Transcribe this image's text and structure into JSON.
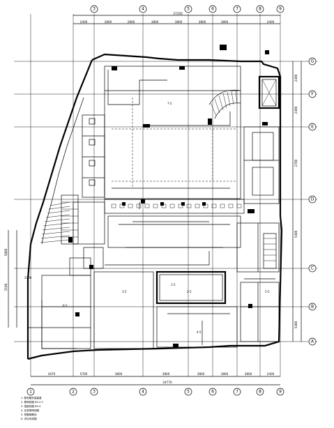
{
  "axes": {
    "columns": [
      "1",
      "2",
      "3",
      "4",
      "5",
      "6",
      "7",
      "8",
      "9"
    ],
    "rows": [
      "A",
      "B",
      "C",
      "D",
      "E",
      "F",
      "G"
    ]
  },
  "dimensions": {
    "top_total": "27250",
    "top_spans": [
      "2400",
      "2800",
      "2800",
      "3800",
      "3800",
      "3800",
      "3800",
      "2400"
    ],
    "bottom_total": "24770",
    "bottom_spans": [
      "4470",
      "5700",
      "3800",
      "3800",
      "3800",
      "3800",
      "3800",
      "2400"
    ],
    "right_spans": [
      "2400",
      "2400",
      "2700",
      "5400",
      "5400"
    ],
    "left_spans": [
      "5800",
      "5100",
      "3700"
    ]
  },
  "rooms": {
    "room_a": "1-5",
    "room_b": "2-5",
    "room_c": "3-5",
    "room_d": "4-5",
    "room_e": "5-5",
    "room_f": "6-5",
    "room_g": "7-5"
  },
  "legend": {
    "lines": [
      "1. 配电箱安装高度",
      "2. 照明线路 BV-2.5",
      "3. 插座线路 BV-4",
      "4. 应急照明线路",
      "5. 穿管暗敷设",
      "6. 详见系统图"
    ]
  }
}
